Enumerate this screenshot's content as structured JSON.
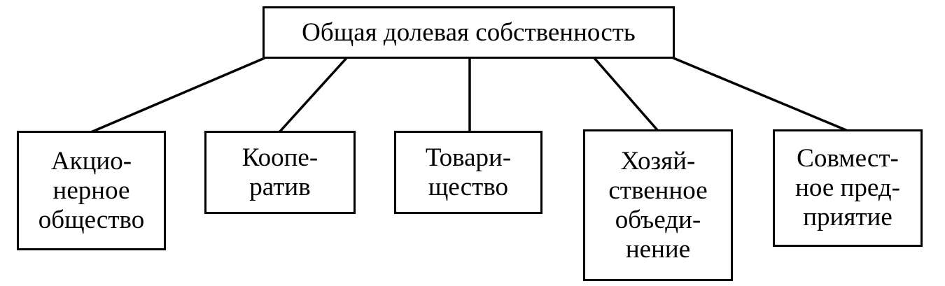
{
  "diagram": {
    "root": {
      "label": "Общая долевая собственность"
    },
    "children": [
      {
        "label": "Акцио-\nнерное\nобщество"
      },
      {
        "label": "Коопе-\nратив"
      },
      {
        "label": "Товари-\nщество"
      },
      {
        "label": "Хозяй-\nственное\nобъеди-\nнение"
      },
      {
        "label": "Совмест-\nное пред-\nприятие"
      }
    ]
  }
}
